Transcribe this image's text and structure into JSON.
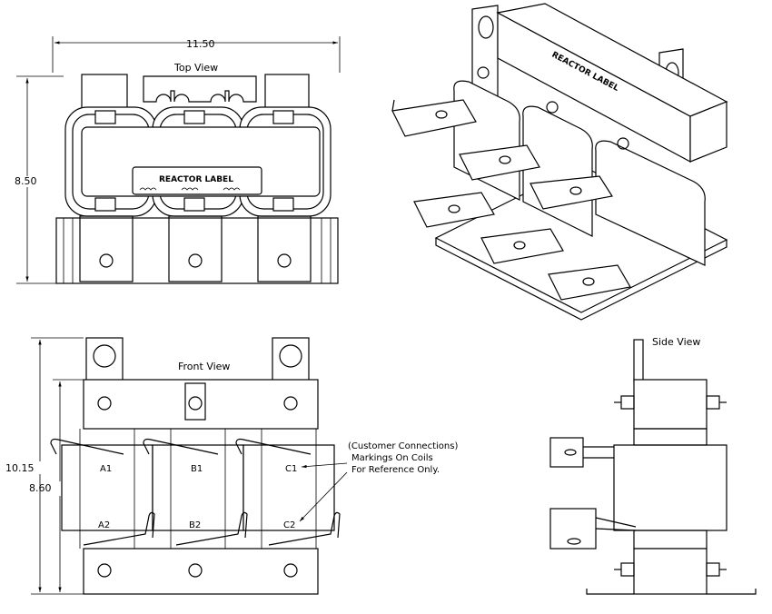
{
  "views": {
    "top": "Top View",
    "front": "Front View",
    "side": "Side View"
  },
  "dimensions": {
    "width_top": "11.50",
    "depth_top": "8.50",
    "height_overall": "10.15",
    "height_front": "8.60"
  },
  "reactor_label": "REACTOR LABEL",
  "coil_markings": {
    "a1": "A1",
    "b1": "B1",
    "c1": "C1",
    "a2": "A2",
    "b2": "B2",
    "c2": "C2"
  },
  "callout": {
    "line1": "(Customer Connections)",
    "line2": "Markings On Coils",
    "line3": "For Reference Only."
  }
}
